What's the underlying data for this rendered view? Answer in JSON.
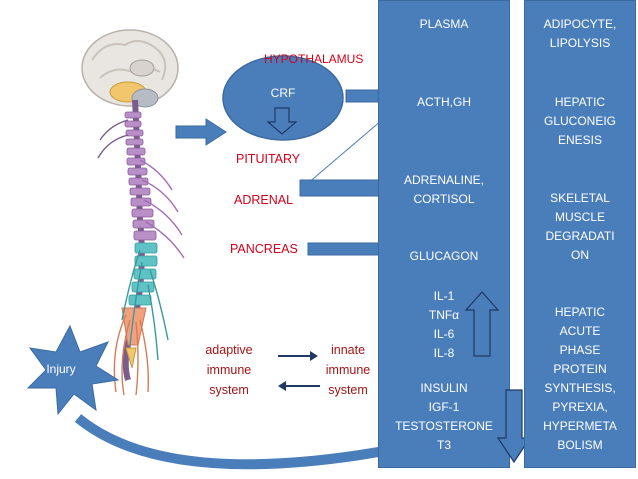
{
  "plasma_column": {
    "header": "PLASMA",
    "items": [
      "ACTH,GH",
      "ADRENALINE,\nCORTISOL",
      "GLUCAGON",
      "IL-1\nTNFα\nIL-6\nIL-8",
      "INSULIN\nIGF-1\nTESTOSTERONE\nT3"
    ]
  },
  "effects_column": {
    "items": [
      "ADIPOCYTE,\nLIPOLYSIS",
      "HEPATIC\nGLUCONEIG\nENESIS",
      "SKELETAL\nMUSCLE\nDEGRADATI\nON",
      "HEPATIC\nACUTE\nPHASE\nPROTEIN\nSYNTHESIS,\nPYREXIA,\nHYPERMETA\nBOLISM"
    ]
  },
  "labels": {
    "hypothalamus": "HYPOTHALAMUS",
    "crf": "CRF",
    "pituitary": "PITUITARY",
    "adrenal": "ADRENAL",
    "pancreas": "PANCREAS",
    "injury": "Injury",
    "adaptive": "adaptive\nimmune\nsystem",
    "innate": "innate\nimmune\nsystem"
  },
  "colors": {
    "panel_blue": "#4a7ebb",
    "label_red": "#d0021b",
    "label_dark_red": "#a31515",
    "arrow_navy": "#1f3864"
  }
}
